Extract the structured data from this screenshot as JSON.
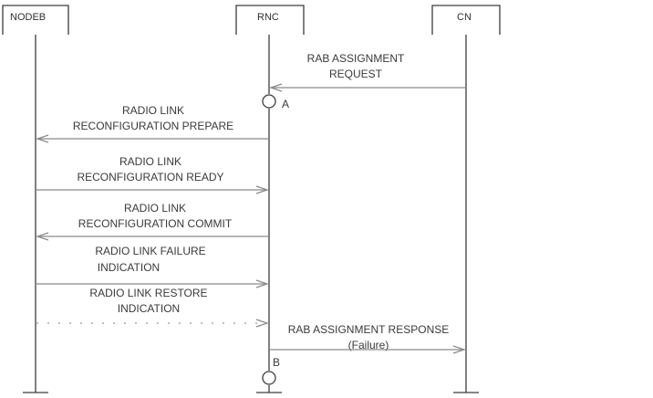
{
  "entities": {
    "nodeb": "NODEB",
    "rnc": "RNC",
    "cn": "CN"
  },
  "messages": {
    "m1": [
      "RAB ASSIGNMENT",
      "REQUEST"
    ],
    "m2": [
      "RADIO LINK",
      "RECONFIGURATION PREPARE"
    ],
    "m3": [
      "RADIO LINK",
      "RECONFIGURATION READY"
    ],
    "m4": [
      "RADIO LINK",
      "RECONFIGURATION COMMIT"
    ],
    "m5": [
      "RADIO LINK FAILURE",
      "INDICATION"
    ],
    "m6": [
      "RADIO LINK RESTORE",
      "INDICATION"
    ],
    "m7": [
      "RAB ASSIGNMENT RESPONSE",
      "(Failure)"
    ]
  },
  "markers": {
    "a": "A",
    "b": "B"
  }
}
